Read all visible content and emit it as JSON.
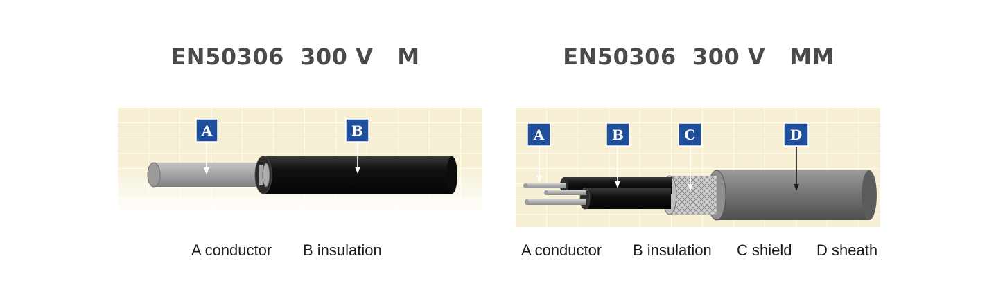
{
  "left": {
    "title": "EN50306  300 V   M",
    "markers": [
      "A",
      "B"
    ],
    "captions": [
      "A conductor",
      "B insulation"
    ]
  },
  "right": {
    "title": "EN50306  300 V   MM",
    "markers": [
      "A",
      "B",
      "C",
      "D"
    ],
    "captions": [
      "A conductor",
      "B insulation",
      "C shield",
      "D sheath"
    ]
  },
  "colors": {
    "marker_bg": "#1f4e9a",
    "grid_bg": "#f6efd4",
    "grid_line": "#ffffff",
    "insulation": "#141414",
    "conductor": "#a7a7a7",
    "sheath": "#7c7c7c"
  }
}
